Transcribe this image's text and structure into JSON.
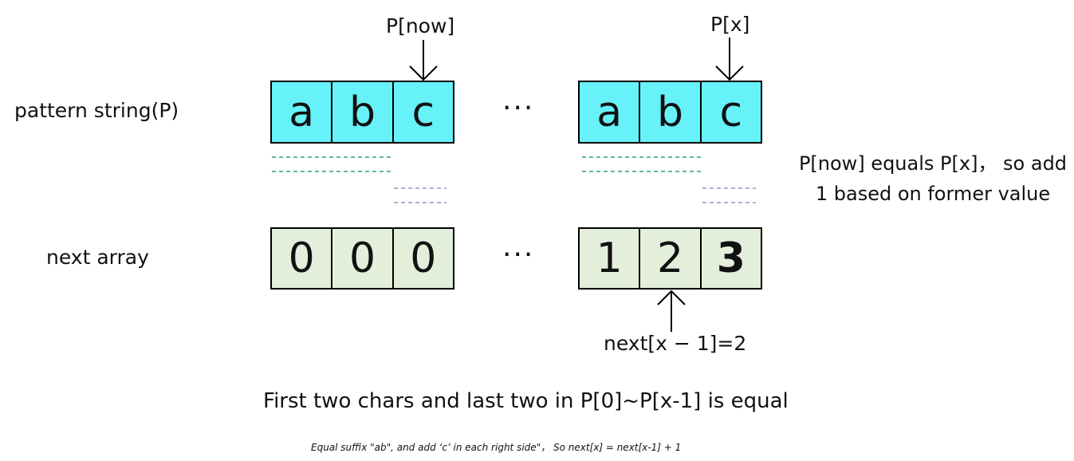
{
  "labels": {
    "pattern_row": "pattern string(P)",
    "next_row": "next array",
    "p_now": "P[now]",
    "p_x": "P[x]",
    "next_x_minus_1": "next[x − 1]=2",
    "ellipsis": "···"
  },
  "pattern": {
    "left_cells": [
      "a",
      "b",
      "c"
    ],
    "right_cells": [
      "a",
      "b",
      "c"
    ]
  },
  "next_array": {
    "left_cells": [
      "0",
      "0",
      "0"
    ],
    "right_cells": [
      "1",
      "2",
      "3"
    ]
  },
  "side_note": "P[now] equals P[x]， so add 1 based on former value",
  "bottom_title": "First two chars and last two in P[0]~P[x-1] is equal",
  "bottom_note": "Equal suffix \"ab\", and add ‘c’ in each right side\"， So next[x] = next[x-1] + 1",
  "colors": {
    "pattern_fill": "#66f2f8",
    "next_fill": "#e3eedb",
    "teal_dash": "#2f9f8c",
    "purple_dash": "#a889c9"
  }
}
